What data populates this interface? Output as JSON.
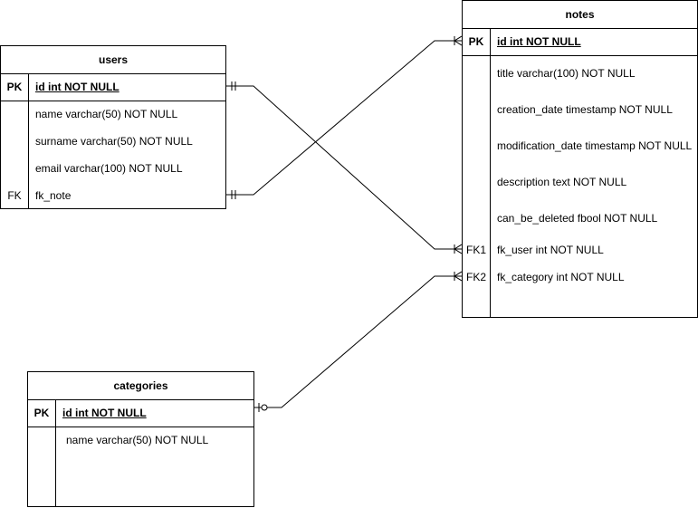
{
  "entities": {
    "users": {
      "title": "users",
      "pk_label": "PK",
      "pk_field": "id int NOT NULL",
      "fields": [
        "name varchar(50) NOT NULL",
        "surname varchar(50) NOT NULL",
        "email varchar(100) NOT NULL",
        "fk_note"
      ],
      "fk_label": "FK"
    },
    "notes": {
      "title": "notes",
      "pk_label": "PK",
      "pk_field": "id int NOT NULL",
      "fields": [
        "title varchar(100) NOT NULL",
        "creation_date timestamp NOT NULL",
        "modification_date timestamp NOT NULL",
        "description text NOT NULL",
        "can_be_deleted fbool NOT NULL",
        "fk_user int NOT NULL",
        "fk_category int NOT NULL"
      ],
      "fk1_label": "FK1",
      "fk2_label": "FK2"
    },
    "categories": {
      "title": "categories",
      "pk_label": "PK",
      "pk_field": "id int NOT NULL",
      "fields": [
        "name varchar(50) NOT NULL"
      ]
    }
  }
}
